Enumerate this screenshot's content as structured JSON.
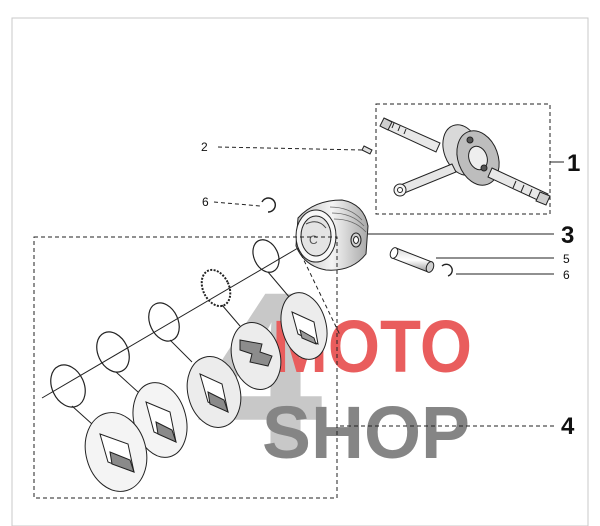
{
  "diagram": {
    "callouts": [
      {
        "id": "c1",
        "label": "1"
      },
      {
        "id": "c2",
        "label": "2"
      },
      {
        "id": "c3",
        "label": "3"
      },
      {
        "id": "c4",
        "label": "4"
      },
      {
        "id": "c5",
        "label": "5"
      },
      {
        "id": "c6a",
        "label": "6"
      },
      {
        "id": "c6b",
        "label": "6"
      }
    ],
    "watermark": {
      "numeral": "4",
      "line1": "MOTO",
      "line2": "SHOP"
    },
    "colors": {
      "line": "#222222",
      "frame": "#c8c8c8",
      "watermark_red": "#e53a3a",
      "watermark_grey": "#6b6b6b",
      "part_fill": "#f2f2f2",
      "part_shade": "#9a9a9a"
    }
  }
}
